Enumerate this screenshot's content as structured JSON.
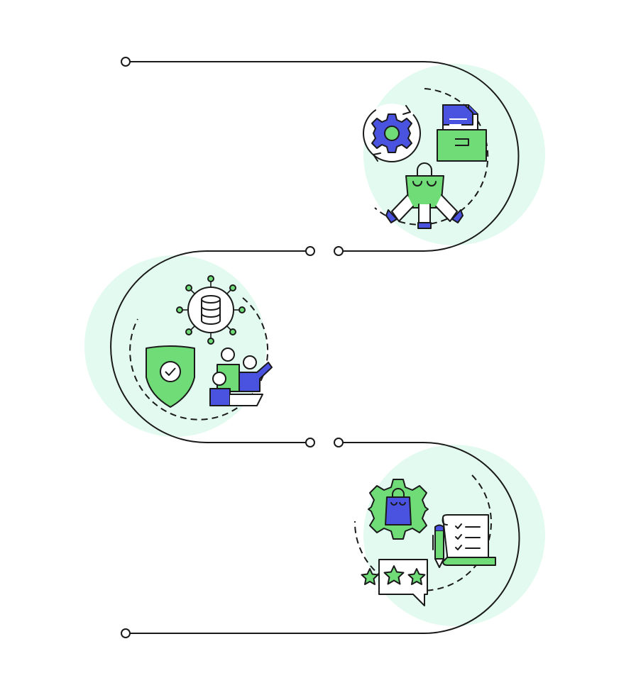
{
  "diagram": {
    "steps": [
      {
        "id": 1,
        "icons": [
          "gear-refresh-icon",
          "document-folder-icon",
          "hands-shopping-bag-icon"
        ]
      },
      {
        "id": 2,
        "icons": [
          "database-network-icon",
          "shield-check-icon",
          "team-presentation-icon"
        ]
      },
      {
        "id": 3,
        "icons": [
          "gear-shopping-bag-icon",
          "checklist-pen-icon",
          "star-rating-bubble-icon"
        ]
      }
    ],
    "colors": {
      "line": "#1a1a1a",
      "circle_fill": "#e2faf0",
      "green": "#6fdc78",
      "blue": "#4a52e0",
      "white": "#ffffff"
    }
  }
}
